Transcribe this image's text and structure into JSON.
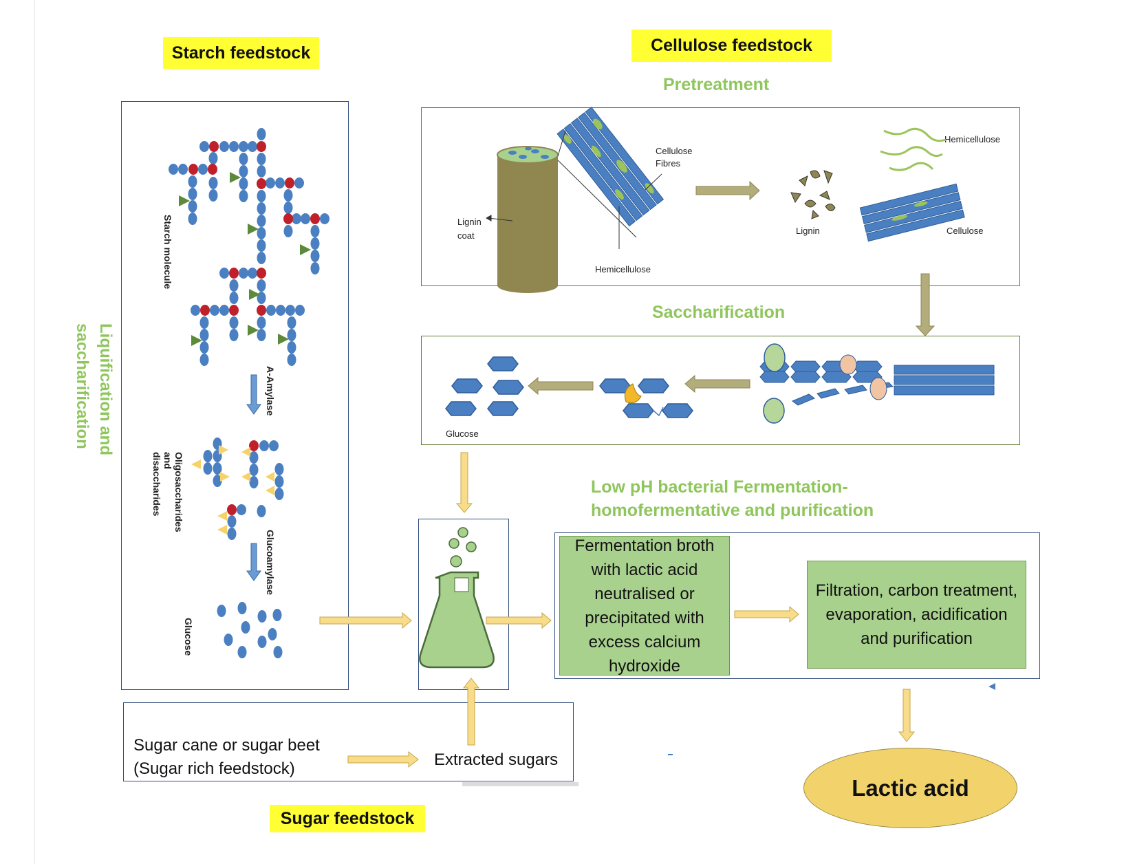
{
  "colors": {
    "label_yellow": "#ffff33",
    "title_green": "#8fc65c",
    "box_green": "#a9d18e",
    "glucose_blue": "#4a7fc1",
    "branch_red": "#c0202a",
    "arrow_yellow": "#f8dc8a",
    "arrow_olive": "#a7a06a",
    "lignin_olive": "#8f8650",
    "lactic_gold": "#f2d36b"
  },
  "starch": {
    "title": "Starch feedstock",
    "side_title": "Liquification and saccharification",
    "starch_molecule": "Starch molecule",
    "a_amylase": "A-Amylase",
    "oligosaccharides": "Oligosaccharides and disaccharides",
    "glucoamylase": "Glucoamylase",
    "glucose": "Glucose"
  },
  "cellulose": {
    "title": "Cellulose feedstock",
    "pretreatment": "Pretreatment",
    "lignin_coat": "Lignin coat",
    "cellulose_fibres": "Cellulose Fibres",
    "hemicellulose_bottom": "Hemicellulose",
    "lignin": "Lignin",
    "hemicellulose_top": "Hemicellulose",
    "cellulose": "Cellulose",
    "saccharification": "Saccharification",
    "glucose": "Glucose"
  },
  "fermentation": {
    "title_line1": "Low pH bacterial  Fermentation-",
    "title_line2": "homofermentative and purification",
    "broth": "Fermentation broth with lactic acid neutralised or precipitated with excess calcium hydroxide",
    "purification": "Filtration, carbon treatment, evaporation, acidification and purification",
    "product": "Lactic acid"
  },
  "sugar": {
    "title": "Sugar feedstock",
    "source_line1": "Sugar cane or sugar beet",
    "source_line2": "(Sugar rich feedstock)",
    "extracted": "Extracted sugars"
  }
}
